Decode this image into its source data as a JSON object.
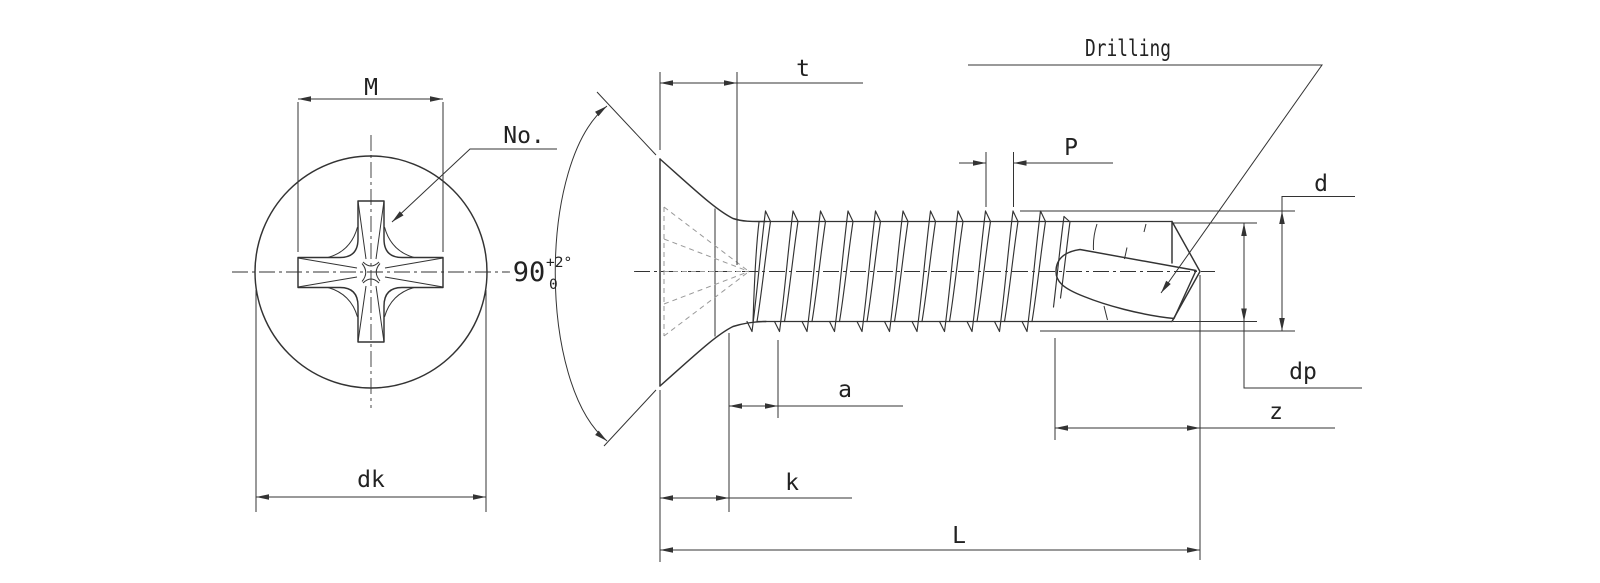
{
  "drawing_type": "screw-technical-drawing",
  "front_view": {
    "m_label": "M",
    "no_label": "No.",
    "dk_label": "dk"
  },
  "side_view": {
    "t_label": "t",
    "p_label": "P",
    "drilling_label": "Drilling",
    "d_label": "d",
    "dp_label": "dp",
    "z_label": "z",
    "a_label": "a",
    "k_label": "k",
    "l_label": "L",
    "angle_value": "90",
    "angle_tol_upper": "+2°",
    "angle_tol_lower": "0"
  },
  "colors": {
    "background": "#ffffff",
    "line": "#333333",
    "hidden_line": "#999999",
    "text": "#222222"
  }
}
